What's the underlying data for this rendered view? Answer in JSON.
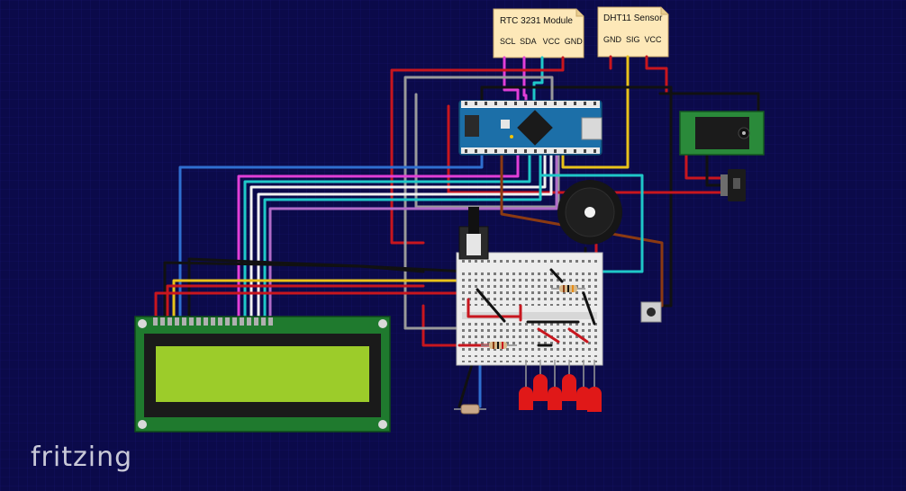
{
  "app": {
    "logo_text": "fritzing"
  },
  "rtc_module": {
    "title": "RTC 3231 Module",
    "pins": "SCL  SDA   VCC  GND"
  },
  "dht_sensor": {
    "title": "DHT11 Sensor",
    "pins": "GND  SIG  VCC"
  },
  "colors": {
    "background": "#0b0a4a",
    "grid": "#1a1870",
    "wire_red": "#c8161e",
    "wire_black": "#111111",
    "wire_blue": "#2f6fd0",
    "wire_cyan": "#1fc8c8",
    "wire_magenta": "#e23fd8",
    "wire_white": "#f2f2f2",
    "wire_gray": "#9a9a9a",
    "wire_yellow": "#e8c21a",
    "wire_purple": "#b06bc8",
    "wire_brown": "#8b3a12",
    "lcd_green": "#9ccc2a",
    "pcb_green": "#1f7a2e",
    "arduino_blue": "#1c6fa8",
    "led_red": "#e01818"
  },
  "icons": {
    "arduino": "arduino-nano-board",
    "lcd": "lcd-16x2-display",
    "breadboard": "half-breadboard",
    "buzzer": "piezo-buzzer-icon",
    "pot": "potentiometer-icon",
    "dc_jack": "dc-barrel-jack-icon",
    "switch": "slide-switch-icon",
    "button": "push-button-icon",
    "ldr": "photoresistor-icon",
    "leds": "red-led-icon"
  }
}
